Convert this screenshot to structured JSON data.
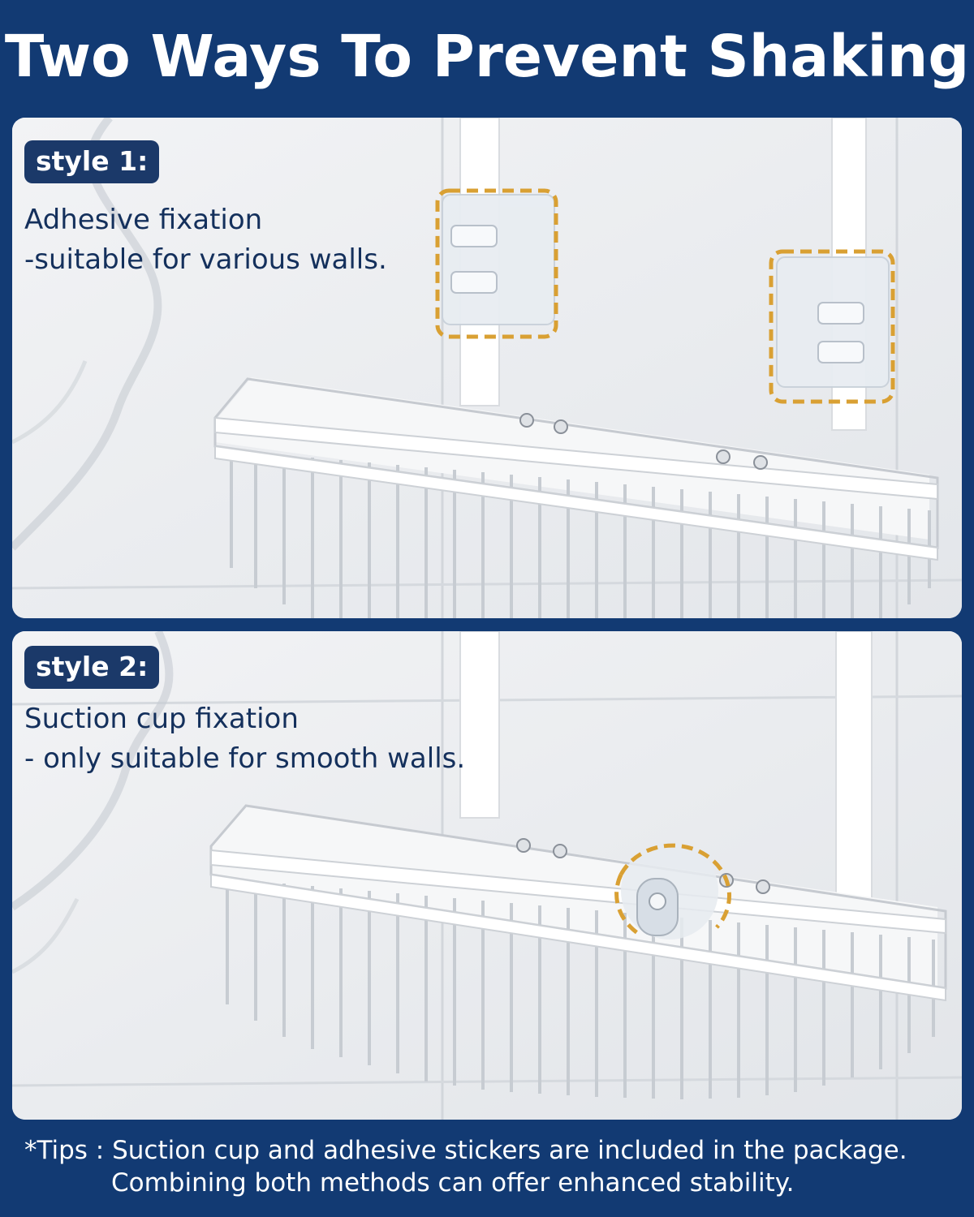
{
  "header": {
    "title": "Two Ways To Prevent Shaking"
  },
  "styles": [
    {
      "badge": "style 1:",
      "line1": "Adhesive fixation",
      "line2": "-suitable for various walls.",
      "fixture": "adhesive-hook-icon"
    },
    {
      "badge": "style 2:",
      "line1": "Suction cup fixation",
      "line2": "- only suitable for smooth walls.",
      "fixture": "suction-cup-icon"
    }
  ],
  "tips": {
    "line1": "*Tips : Suction cup and adhesive stickers are included in the package.",
    "line2": "Combining both methods can offer enhanced stability."
  },
  "colors": {
    "background": "#123a73",
    "badge": "#1b3969",
    "text": "#14305c",
    "highlight": "#d9a033"
  }
}
